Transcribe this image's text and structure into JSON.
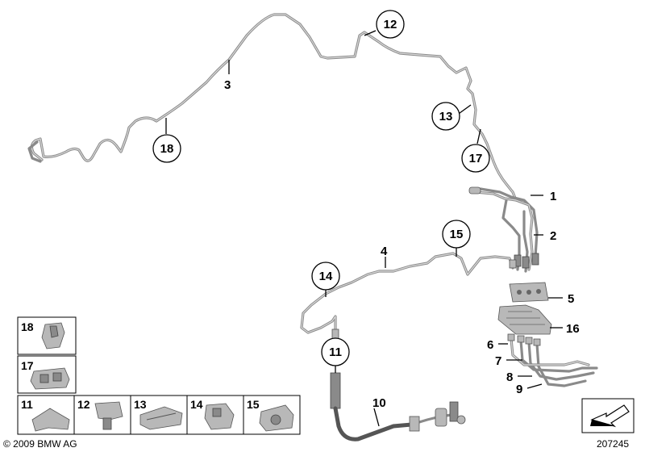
{
  "callouts": {
    "c1": "1",
    "c2": "2",
    "c3": "3",
    "c4": "4",
    "c5": "5",
    "c6": "6",
    "c7": "7",
    "c8": "8",
    "c9": "9",
    "c10": "10",
    "c11": "11",
    "c12": "12",
    "c13": "13",
    "c14": "14",
    "c15": "15",
    "c16": "16",
    "c17": "17",
    "c18": "18"
  },
  "legend_table": {
    "top_row1": "18",
    "top_row2": "17",
    "bottom": [
      "11",
      "12",
      "13",
      "14",
      "15"
    ]
  },
  "footer": {
    "copyright": "© 2009 BMW AG",
    "diagram_number": "207245"
  },
  "icons": {
    "navigation": "arrow-down-left-icon"
  }
}
